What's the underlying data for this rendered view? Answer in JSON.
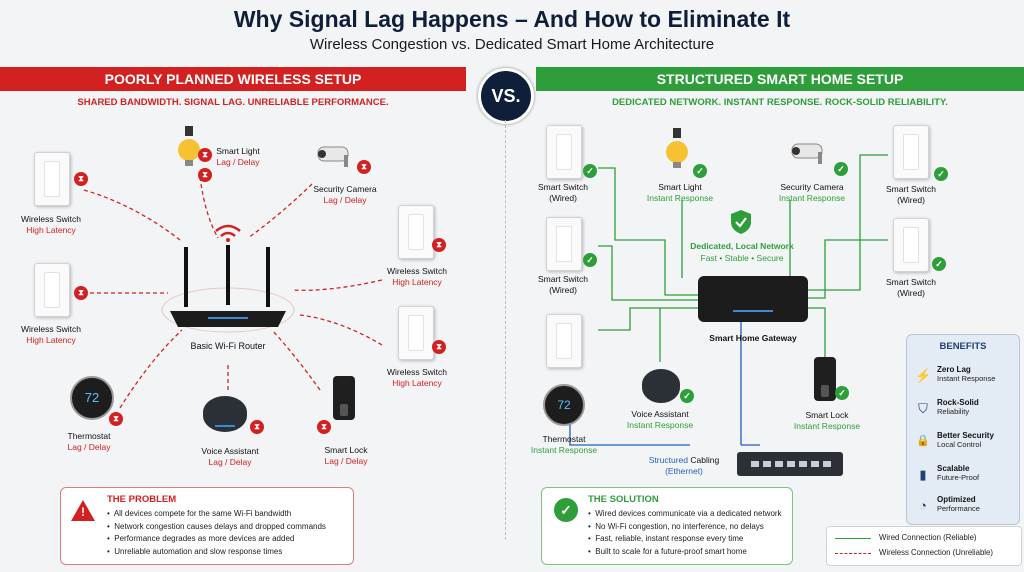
{
  "header": {
    "title": "Why Signal Lag Happens – And How to Eliminate It",
    "subtitle": "Wireless Congestion vs. Dedicated Smart Home Architecture"
  },
  "vs_label": "VS.",
  "left": {
    "banner": "POORLY PLANNED WIRELESS SETUP",
    "tagline": "SHARED BANDWIDTH. SIGNAL LAG. UNRELIABLE PERFORMANCE.",
    "router_label": "Basic Wi-Fi Router",
    "devices": {
      "smart_light": {
        "name": "Smart Light",
        "status": "Lag / Delay"
      },
      "security_camera": {
        "name": "Security Camera",
        "status": "Lag / Delay"
      },
      "wireless_switch_1": {
        "name": "Wireless Switch",
        "status": "High Latency"
      },
      "wireless_switch_2": {
        "name": "Wireless Switch",
        "status": "High Latency"
      },
      "wireless_switch_3": {
        "name": "Wireless Switch",
        "status": "High Latency"
      },
      "wireless_switch_4": {
        "name": "Wireless Switch",
        "status": "High Latency"
      },
      "thermostat": {
        "name": "Thermostat",
        "status": "Lag / Delay",
        "display": "72"
      },
      "voice_assistant": {
        "name": "Voice Assistant",
        "status": "Lag / Delay"
      },
      "smart_lock": {
        "name": "Smart Lock",
        "status": "Lag / Delay"
      }
    },
    "problem": {
      "title": "THE PROBLEM",
      "bullets": [
        "All devices compete for the same Wi-Fi bandwidth",
        "Network congestion causes delays and dropped commands",
        "Performance degrades as more devices are added",
        "Unreliable automation and slow response times"
      ]
    }
  },
  "right": {
    "banner": "STRUCTURED SMART HOME SETUP",
    "tagline": "DEDICATED NETWORK. INSTANT RESPONSE. ROCK-SOLID RELIABILITY.",
    "network_title": "Dedicated, Local Network",
    "network_sub": "Fast • Stable • Secure",
    "gateway_label": "Smart Home Gateway",
    "cabling_label_1": "Structured",
    "cabling_label_2": "Cabling",
    "cabling_label_3": "(Ethernet)",
    "devices": {
      "smart_switch_1": {
        "name": "Smart Switch",
        "status": "(Wired)"
      },
      "smart_switch_2": {
        "name": "Smart Switch",
        "status": "(Wired)"
      },
      "smart_switch_3": {
        "name": "Smart Switch",
        "status": "(Wired)"
      },
      "smart_switch_4": {
        "name": "Smart Switch",
        "status": "(Wired)"
      },
      "smart_light": {
        "name": "Smart Light",
        "status": "Instant Response"
      },
      "security_camera": {
        "name": "Security Camera",
        "status": "Instant Response"
      },
      "voice_assistant": {
        "name": "Voice Assistant",
        "status": "Instant Response"
      },
      "smart_lock": {
        "name": "Smart Lock",
        "status": "Instant Response"
      },
      "thermostat": {
        "name": "Thermostat",
        "status": "Instant Response",
        "display": "72"
      }
    },
    "solution": {
      "title": "THE SOLUTION",
      "bullets": [
        "Wired devices communicate via a dedicated network",
        "No Wi-Fi congestion, no interference, no delays",
        "Fast, reliable, instant response every time",
        "Built to scale for a future-proof smart home"
      ]
    }
  },
  "benefits": {
    "title": "BENEFITS",
    "items": [
      {
        "icon": "lightning-icon",
        "glyph": "⚡",
        "title": "Zero Lag",
        "sub": "Instant Response"
      },
      {
        "icon": "shield-icon",
        "glyph": "⛉",
        "title": "Rock-Solid",
        "sub": "Reliability"
      },
      {
        "icon": "lock-icon",
        "glyph": "🔒",
        "title": "Better Security",
        "sub": "Local Control"
      },
      {
        "icon": "bar-chart-icon",
        "glyph": "▮",
        "title": "Scalable",
        "sub": "Future-Proof"
      },
      {
        "icon": "gauge-icon",
        "glyph": "◔",
        "title": "Optimized",
        "sub": "Performance"
      }
    ]
  },
  "legend": {
    "wired": "Wired Connection (Reliable)",
    "wireless": "Wireless Connection (Unreliable)"
  },
  "colors": {
    "red": "#d32121",
    "green": "#2e9e3a",
    "navy": "#0f1f3a",
    "blue": "#1f5fbf"
  }
}
